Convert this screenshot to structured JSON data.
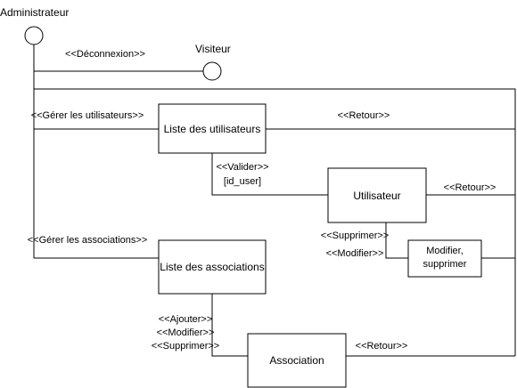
{
  "actors": {
    "administrator": "Administrateur",
    "visitor": "Visiteur"
  },
  "boxes": {
    "user_list": "Liste des utilisateurs",
    "user": "Utilisateur",
    "modify_line1": "Modifier,",
    "modify_line2": "supprimer",
    "assoc_list": "Liste des associations",
    "association": "Association"
  },
  "edges": {
    "logout": "<<Déconnexion>>",
    "manage_users": "<<Gérer les utilisateurs>>",
    "return_top": "<<Retour>>",
    "validate": "<<Valider>>",
    "id_user": "[id_user]",
    "return_user": "<<Retour>>",
    "delete_user": "<<Supprimer>>",
    "modify_user": "<<Modifier>>",
    "manage_assocs": "<<Gérer les associations>>",
    "add": "<<Ajouter>>",
    "modify_assoc": "<<Modifier>>",
    "delete_assoc": "<<Supprimer>>",
    "return_assoc": "<<Retour>>"
  }
}
